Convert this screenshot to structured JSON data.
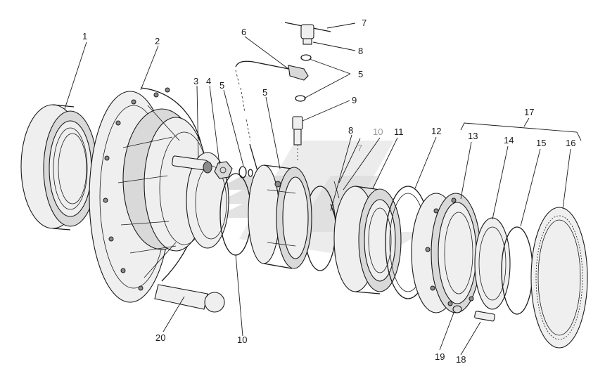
{
  "callouts": [
    {
      "id": "c1",
      "text": "1"
    },
    {
      "id": "c2",
      "text": "2"
    },
    {
      "id": "c3",
      "text": "3"
    },
    {
      "id": "c4",
      "text": "4"
    },
    {
      "id": "c5a",
      "text": "5"
    },
    {
      "id": "c5b",
      "text": "5"
    },
    {
      "id": "c5c",
      "text": "5"
    },
    {
      "id": "c6",
      "text": "6"
    },
    {
      "id": "c7",
      "text": "7"
    },
    {
      "id": "c7b",
      "text": "7"
    },
    {
      "id": "c8",
      "text": "8"
    },
    {
      "id": "c8b",
      "text": "8"
    },
    {
      "id": "c9",
      "text": "9"
    },
    {
      "id": "c10",
      "text": "10"
    },
    {
      "id": "c10b",
      "text": "10"
    },
    {
      "id": "c11",
      "text": "11"
    },
    {
      "id": "c12",
      "text": "12"
    },
    {
      "id": "c13",
      "text": "13"
    },
    {
      "id": "c14",
      "text": "14"
    },
    {
      "id": "c15",
      "text": "15"
    },
    {
      "id": "c16",
      "text": "16"
    },
    {
      "id": "c17",
      "text": "17"
    },
    {
      "id": "c18",
      "text": "18"
    },
    {
      "id": "c19",
      "text": "19"
    },
    {
      "id": "c20",
      "text": "20"
    }
  ]
}
